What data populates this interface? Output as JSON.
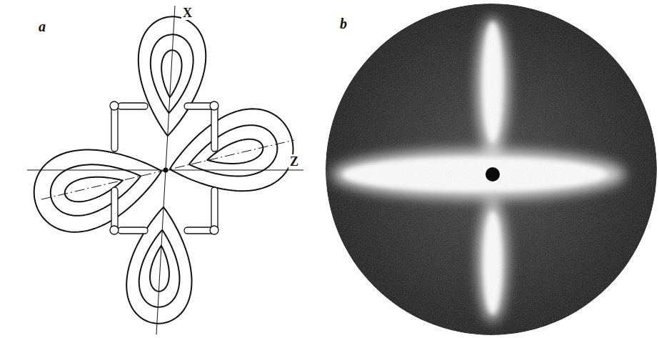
{
  "diagram": {
    "labels": [
      "a",
      "X",
      "Z",
      "b"
    ]
  }
}
